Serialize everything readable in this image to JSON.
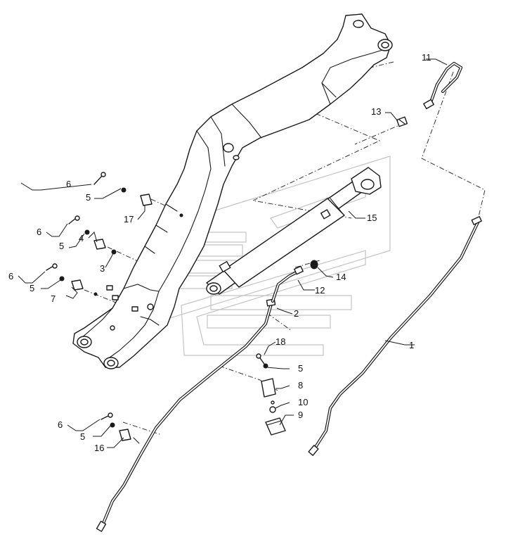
{
  "diagram": {
    "callouts": {
      "c1": "1",
      "c2": "2",
      "c3": "3",
      "c4": "4",
      "c5a": "5",
      "c5b": "5",
      "c5c": "5",
      "c5d": "5",
      "c5e": "5",
      "c6a": "6",
      "c6b": "6",
      "c6c": "6",
      "c6d": "6",
      "c7": "7",
      "c8": "8",
      "c9": "9",
      "c10": "10",
      "c11": "11",
      "c12": "12",
      "c13": "13",
      "c14": "14",
      "c15": "15",
      "c16": "16",
      "c17": "17",
      "c18": "18"
    },
    "line_color": "#1a1a1a",
    "watermark_color": "#c4c4c4"
  }
}
